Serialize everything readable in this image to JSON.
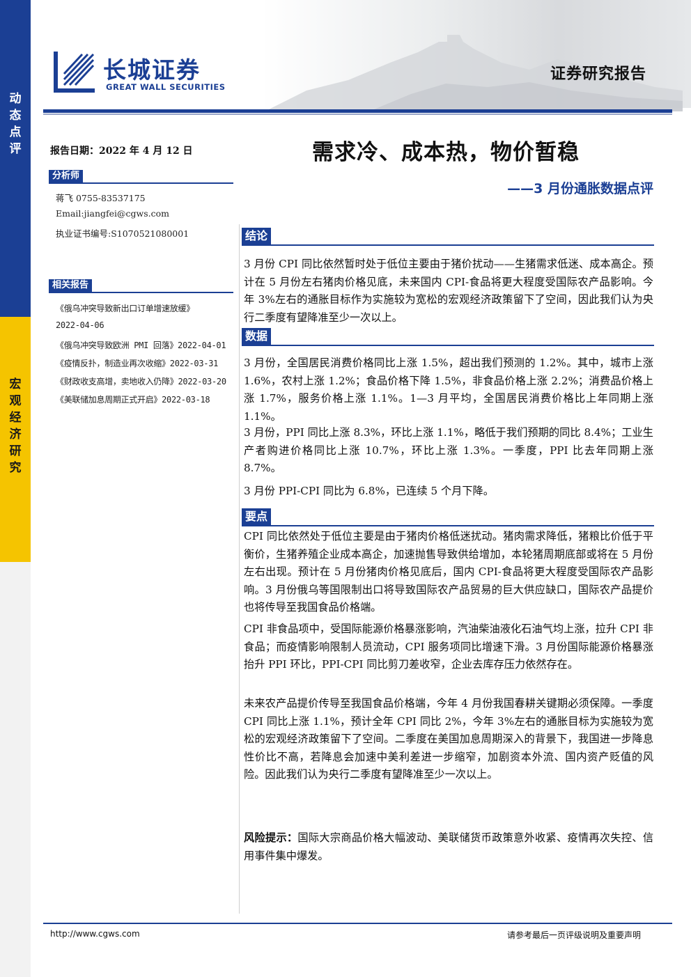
{
  "sidebar": {
    "top_chars": [
      "动",
      "态",
      "点",
      "评"
    ],
    "mid_chars": [
      "宏",
      "观",
      "经",
      "济",
      "研",
      "究"
    ]
  },
  "header": {
    "logo_cn": "长城证券",
    "logo_en": "GREAT WALL SECURITIES",
    "doc_type": "证券研究报告"
  },
  "report": {
    "date": "报告日期：2022 年 4 月 12 日",
    "title": "需求冷、成本热，物价暂稳",
    "subtitle": "——3 月份通胀数据点评"
  },
  "analyst": {
    "heading": "分析师",
    "lines": [
      "蒋飞 0755-83537175",
      "Email:jiangfei@cgws.com",
      "执业证书编号:S1070521080001"
    ]
  },
  "related": {
    "heading": "相关报告",
    "lines": [
      "《俄乌冲突导致新出口订单增速放缓》",
      "2022-04-06",
      "《俄乌冲突导致欧洲 PMI 回落》2022-04-01",
      "《疫情反扑，制造业再次收缩》2022-03-31",
      "《财政收支高增，卖地收入仍降》2022-03-20",
      "《美联储加息周期正式开启》2022-03-18"
    ]
  },
  "sections": {
    "conclusion": {
      "heading": "结论",
      "text": "3 月份 CPI 同比依然暂时处于低位主要由于猪价扰动——生猪需求低迷、成本高企。预计在 5 月份左右猪肉价格见底，未来国内 CPI-食品将更大程度受国际农产品影响。今年 3%左右的通胀目标作为实施较为宽松的宏观经济政策留下了空间，因此我们认为央行二季度有望降准至少一次以上。"
    },
    "data": {
      "heading": "数据",
      "p1": "3 月份，全国居民消费价格同比上涨 1.5%，超出我们预测的 1.2%。其中，城市上涨 1.6%，农村上涨 1.2%；食品价格下降 1.5%，非食品价格上涨 2.2%；消费品价格上涨 1.7%，服务价格上涨 1.1%。1—3 月平均，全国居民消费价格比上年同期上涨 1.1%。",
      "p2": "3 月份，PPI 同比上涨 8.3%，环比上涨 1.1%，略低于我们预期的同比 8.4%；工业生产者购进价格同比上涨 10.7%，环比上涨 1.3%。一季度，PPI 比去年同期上涨 8.7%。",
      "p3": "3 月份 PPI-CPI 同比为 6.8%，已连续 5 个月下降。"
    },
    "points": {
      "heading": "要点",
      "p1": "CPI 同比依然处于低位主要是由于猪肉价格低迷扰动。猪肉需求降低，猪粮比价低于平衡价，生猪养殖企业成本高企，加速抛售导致供给增加，本轮猪周期底部或将在 5 月份左右出现。预计在 5 月份猪肉价格见底后，国内 CPI-食品将更大程度受国际农产品影响。3 月份俄乌等国限制出口将导致国际农产品贸易的巨大供应缺口，国际农产品提价也将传导至我国食品价格端。",
      "p2": "CPI 非食品项中，受国际能源价格暴涨影响，汽油柴油液化石油气均上涨，拉升 CPI 非食品；而疫情影响限制人员流动，CPI 服务项同比增速下滑。3 月份国际能源价格暴涨抬升 PPI 环比，PPI-CPI 同比剪刀差收窄，企业去库存压力依然存在。",
      "p3": "未来农产品提价传导至我国食品价格端，今年 4 月份我国春耕关键期必须保障。一季度 CPI 同比上涨 1.1%，预计全年 CPI 同比 2%，今年 3%左右的通胀目标为实施较为宽松的宏观经济政策留下了空间。二季度在美国加息周期深入的背景下，我国进一步降息性价比不高，若降息会加速中美利差进一步缩窄，加剧资本外流、国内资产贬值的风险。因此我们认为央行二季度有望降准至少一次以上。"
    },
    "risk": {
      "label": "风险提示：",
      "text": "国际大宗商品价格大幅波动、美联储货币政策意外收紧、疫情再次失控、信用事件集中爆发。"
    }
  },
  "footer": {
    "url": "http://www.cgws.com",
    "notice": "请参考最后一页评级说明及重要声明"
  },
  "colors": {
    "brand_blue": "#1b3f94",
    "accent_yellow": "#f5c400"
  }
}
